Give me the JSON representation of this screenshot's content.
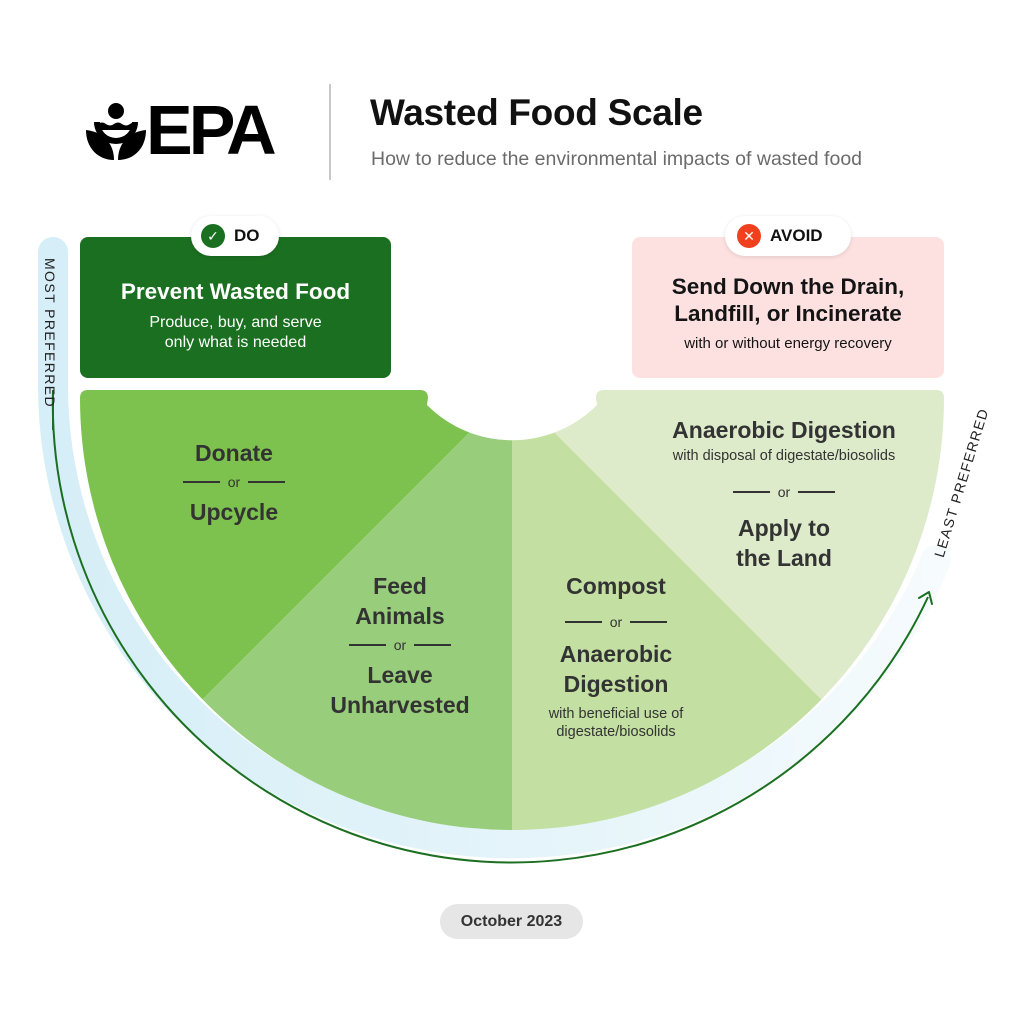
{
  "header": {
    "logo_text": "EPA",
    "logo_icon": "epa-flower-icon",
    "title": "Wasted Food Scale",
    "subtitle": "How to reduce the environmental impacts of wasted food"
  },
  "do_card": {
    "badge_label": "DO",
    "badge_icon": "check-circle-icon",
    "title": "Prevent Wasted Food",
    "description_line1": "Produce, buy, and serve",
    "description_line2": "only what is needed"
  },
  "avoid_card": {
    "badge_label": "AVOID",
    "badge_icon": "x-circle-icon",
    "title_line1": "Send Down the Drain,",
    "title_line2": "Landfill, or Incinerate",
    "description": "with or without energy recovery"
  },
  "segments": [
    {
      "option1": "Donate",
      "or": "or",
      "option2": "Upcycle"
    },
    {
      "option1_line1": "Feed",
      "option1_line2": "Animals",
      "or": "or",
      "option2_line1": "Leave",
      "option2_line2": "Unharvested"
    },
    {
      "option1": "Compost",
      "or": "or",
      "option2_line1": "Anaerobic",
      "option2_line2": "Digestion",
      "note_line1": "with beneficial use of",
      "note_line2": "digestate/biosolids"
    },
    {
      "option1": "Anaerobic Digestion",
      "note": "with disposal of digestate/biosolids",
      "or": "or",
      "option2_line1": "Apply to",
      "option2_line2": "the Land"
    }
  ],
  "scale": {
    "start_label": "MOST PREFERRED",
    "end_label": "LEAST PREFERRED",
    "arrow_icon": "arrow-up-right-icon"
  },
  "footer": {
    "date": "October 2023"
  },
  "colors": {
    "do_green": "#1b6f20",
    "segment1": "#7dc24f",
    "segment2": "#98cd7b",
    "segment3": "#c3dfa2",
    "segment4": "#ddebcb",
    "avoid_pink": "#fde1e1",
    "avoid_red": "#f0401e",
    "scale_band": "#daf0f7",
    "scale_line": "#1b6f20"
  }
}
